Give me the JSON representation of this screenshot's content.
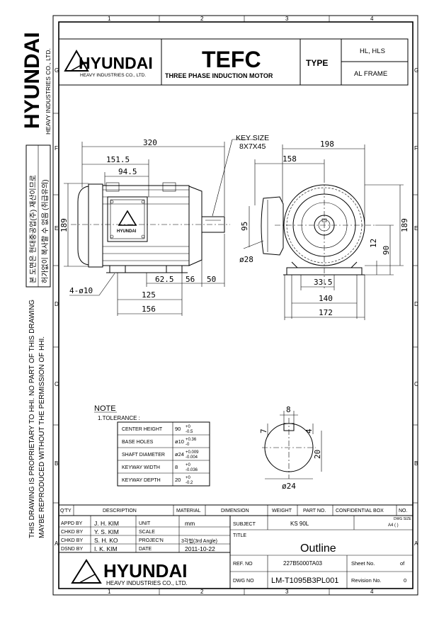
{
  "side": {
    "brand": "HYUNDAI",
    "company": "HEAVY INDUSTRIES CO., LTD.",
    "korean_1": "본 도면은 현대중공업(주) 재산이므로",
    "korean_2": "허가없이 복사할 수 없음 (취급유의)",
    "notice_1": "THIS DRAWING IS PROPRIETARY TO HHI.  NO PART OF THIS DRAWING",
    "notice_2": "MAYBE REPRODUCED WITHOUT THE PERMISSION OF HHI."
  },
  "grid": {
    "cols": [
      "1",
      "2",
      "3",
      "4"
    ],
    "rows": [
      "G",
      "F",
      "E",
      "D",
      "C",
      "B",
      "A"
    ]
  },
  "header": {
    "brand": "HYUNDAI",
    "company": "HEAVY INDUSTRIES CO., LTD.",
    "title": "TEFC",
    "subtitle": "THREE PHASE INDUCTION MOTOR",
    "type_label": "TYPE",
    "type_1": "HL, HLS",
    "type_2": "AL FRAME"
  },
  "dims": {
    "d320": "320",
    "d151": "151.5",
    "d94": "94.5",
    "d189l": "189",
    "d62": "62.5",
    "d56": "56",
    "d50": "50",
    "d125": "125",
    "d156": "156",
    "holes": "4-ø10",
    "key1": "KEY SIZE",
    "key2": "8X7X45",
    "d198": "198",
    "d158": "158",
    "d95": "95",
    "d28": "ø28",
    "d189r": "189",
    "d12": "12",
    "d90": "90",
    "d33": "33.5",
    "d140": "140",
    "d172": "172",
    "s8": "8",
    "s7": "7",
    "s4": "4",
    "s20": "20",
    "s24": "ø24"
  },
  "nameplate": "HYUNDAI",
  "note": {
    "title": "NOTE",
    "sub": "1.TOLERANCE :",
    "rows": [
      {
        "label": "CENTER HEIGHT",
        "value": "90",
        "upper": "+0",
        "lower": "-0.5"
      },
      {
        "label": "BASE HOLES",
        "value": "ø10",
        "upper": "+0.36",
        "lower": "-0"
      },
      {
        "label": "SHAFT DIAMETER",
        "value": "ø24",
        "upper": "+0.009",
        "lower": "-0.004"
      },
      {
        "label": "KEYWAY WIDTH",
        "value": "8",
        "upper": "+0",
        "lower": "-0.036"
      },
      {
        "label": "KEYWAY DEPTH",
        "value": "20",
        "upper": "+0",
        "lower": "-0.2"
      }
    ]
  },
  "title_block": {
    "h_qty": "Q'TY",
    "h_desc": "DESCRIPTION",
    "h_mat": "MATERIAL",
    "h_dim": "DIMENSION",
    "h_wt": "WEIGHT",
    "h_part": "PART NO.",
    "h_conf": "CONFIDENTIAL BOX",
    "h_no": "NO.",
    "dwg_size": "DWG SIZE",
    "a4": "A4 (    )",
    "people": [
      {
        "role": "APPD BY",
        "name": "J. H. KIM",
        "field": "UNIT",
        "value": "mm"
      },
      {
        "role": "CHKD BY",
        "name": "Y. S. KIM",
        "field": "SCALE",
        "value": ""
      },
      {
        "role": "CHKD BY",
        "name": "S. H. KO",
        "field": "PROJEC'N",
        "value": "3각법(3rd Angle)"
      },
      {
        "role": "DSND BY",
        "name": "I. K. KIM",
        "field": "DATE",
        "value": "2011-10-22"
      }
    ],
    "subject_label": "SUBJECT",
    "subject": "KS 90L",
    "title_label": "TITLE",
    "title": "Outline",
    "brand": "HYUNDAI",
    "company": "HEAVY INDUSTRIES CO., LTD.",
    "ref_label": "REF. NO",
    "ref": "227B5000TA03",
    "sheet_label": "Sheet No.",
    "sheet_of": "of",
    "dwg_label": "DWG NO",
    "dwg": "LM-T1095B3PL001",
    "rev_label": "Revision No.",
    "rev": "0"
  }
}
